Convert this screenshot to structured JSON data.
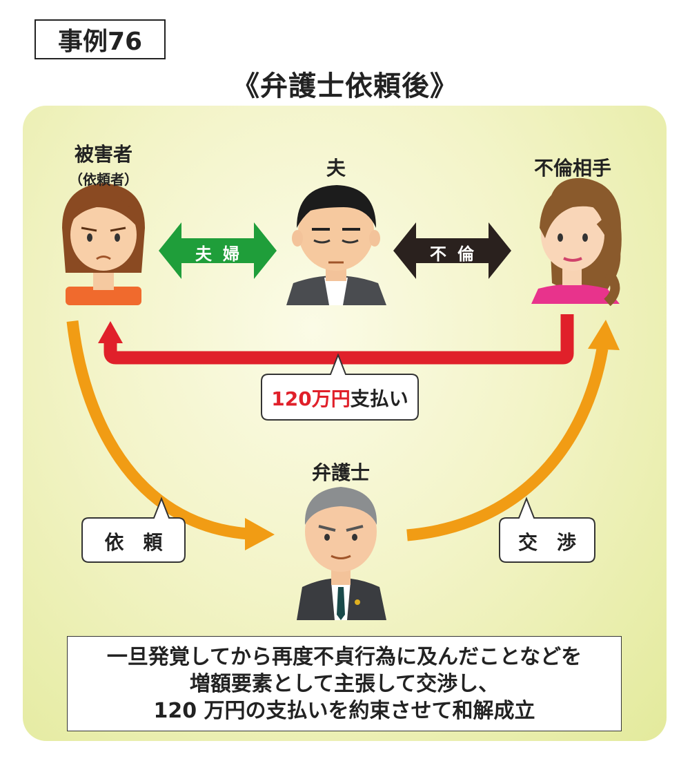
{
  "case_label": "事例76",
  "title": "《弁護士依頼後》",
  "people": {
    "victim": {
      "label": "被害者",
      "sub": "（依頼者）"
    },
    "husband": {
      "label": "夫"
    },
    "affair_partner": {
      "label": "不倫相手"
    },
    "lawyer": {
      "label": "弁護士"
    }
  },
  "arrows": {
    "couple": "夫婦",
    "affair": "不倫"
  },
  "callouts": {
    "payment_amount": "120万円",
    "payment_text": "支払い",
    "request": "依　頼",
    "negotiation": "交　渉"
  },
  "summary": {
    "line1": "一旦発覚してから再度不貞行為に及んだことなどを",
    "line2": "増額要素として主張して交渉し、",
    "line3": "120 万円の支払いを約束させて和解成立"
  },
  "colors": {
    "green_arrow": "#1f9e3a",
    "black_arrow": "#2a211e",
    "red_arrow": "#e0202a",
    "orange_arrow": "#f19c14",
    "payment_amount": "#e0202a"
  }
}
